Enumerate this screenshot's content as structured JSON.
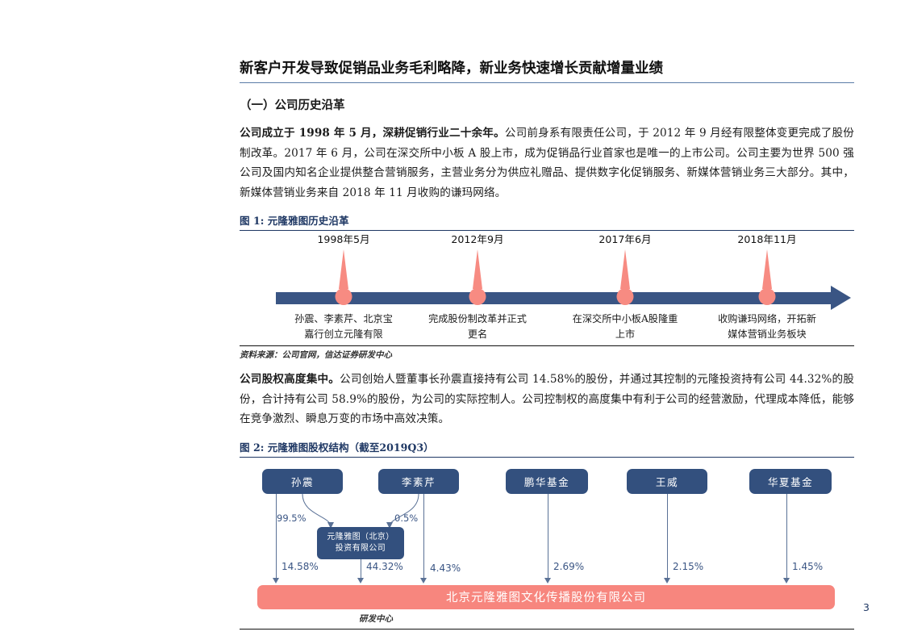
{
  "header": {
    "title": "新客户开发导致促销品业务毛利略降，新业务快速增长贡献增量业绩"
  },
  "section": {
    "heading": "（一）公司历史沿革"
  },
  "paragraphs": {
    "p1_bold": "公司成立于 1998 年 5 月，深耕促销行业二十余年。",
    "p1_rest": "公司前身系有限责任公司，于 2012 年 9 月经有限整体变更完成了股份制改革。2017 年 6 月，公司在深交所中小板 A 股上市，成为促销品行业首家也是唯一的上市公司。公司主要为世界 500 强公司及国内知名企业提供整合营销服务，主营业务分为供应礼赠品、提供数字化促销服务、新媒体营销业务三大部分。其中，新媒体营销业务来自 2018 年 11 月收购的谦玛网络。",
    "p2_bold": "公司股权高度集中。",
    "p2_rest": "公司创始人暨董事长孙震直接持有公司 14.58%的股份，并通过其控制的元隆投资持有公司 44.32%的股份，合计持有公司 58.9%的股份，为公司的实际控制人。公司控制权的高度集中有利于公司的经营激励，代理成本降低，能够在竞争激烈、瞬息万变的市场中高效决策。"
  },
  "figure1": {
    "caption_label": "图 1:",
    "caption_text": "元隆雅图历史沿革",
    "source": "资料来源：公司官网，信达证券研发中心",
    "timeline": [
      {
        "date": "1998年5月",
        "desc": "孙震、李素芹、北京宝嘉行创立元隆有限"
      },
      {
        "date": "2012年9月",
        "desc": "完成股份制改革并正式更名"
      },
      {
        "date": "2017年6月",
        "desc": "在深交所中小板A股隆重上市"
      },
      {
        "date": "2018年11月",
        "desc": "收购谦玛网络，开拓新媒体营销业务板块"
      }
    ]
  },
  "figure2": {
    "caption_label": "图 2:",
    "caption_text": "元隆雅图股权结构（截至2019Q3）",
    "footnote": "研发中心",
    "holders": [
      {
        "name": "孙震",
        "pct": "14.58%"
      },
      {
        "name": "李素芹",
        "pct": "4.43%"
      },
      {
        "name": "鹏华基金",
        "pct": "2.69%"
      },
      {
        "name": "王威",
        "pct": "2.15%"
      },
      {
        "name": "华夏基金",
        "pct": "1.45%"
      }
    ],
    "intermediate": {
      "name_line1": "元隆雅图（北京）",
      "name_line2": "投资有限公司",
      "pct_to_listco": "44.32%",
      "in_from_sunzhen": "99.5%",
      "in_from_lisuqin": "0.5%"
    },
    "listed_company": "北京元隆雅图文化传播股份有限公司"
  },
  "page_number": "3",
  "colors": {
    "navy": "#33507e",
    "axis_navy": "#3a5584",
    "salmon": "#f78b82",
    "caption_blue": "#1f3864"
  }
}
